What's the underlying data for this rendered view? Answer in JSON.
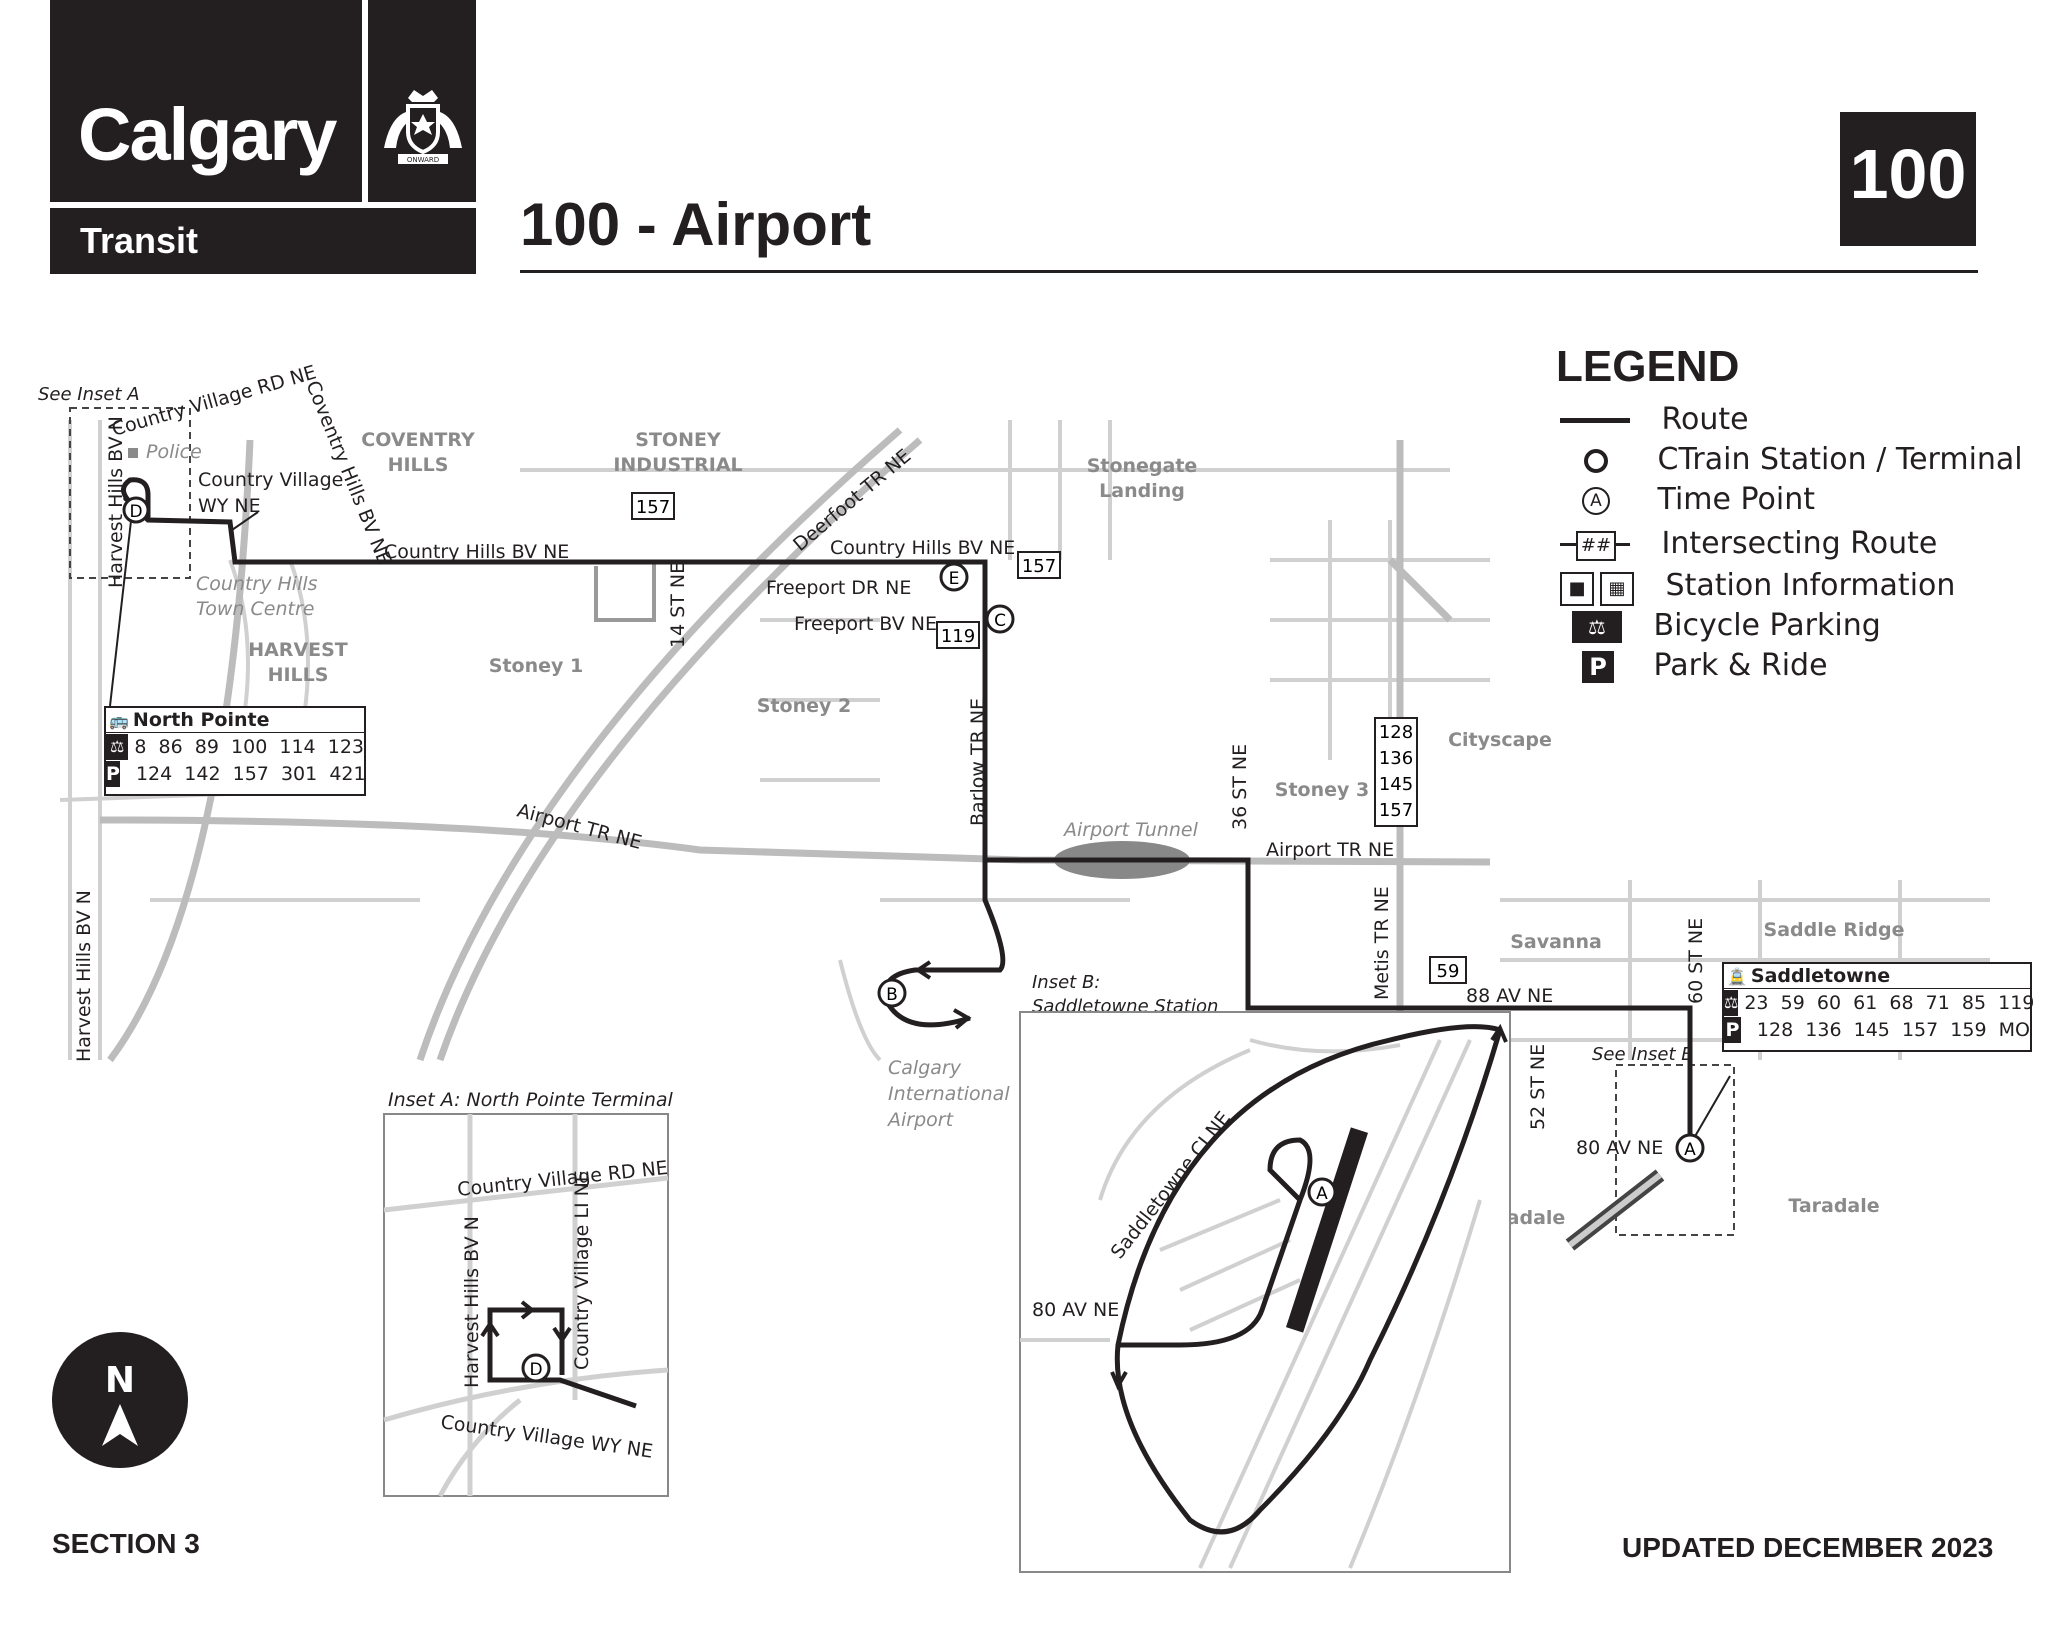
{
  "brand": {
    "name": "Calgary",
    "sub": "Transit"
  },
  "title": "100 - Airport",
  "route_number": "100",
  "legend": {
    "heading": "LEGEND",
    "items": [
      {
        "icon": "route-line",
        "label": "Route"
      },
      {
        "icon": "ctrain-station-circle",
        "label": "CTrain Station / Terminal"
      },
      {
        "icon": "time-point-a",
        "label": "Time Point"
      },
      {
        "icon": "intersecting-route-box",
        "symbol": "##",
        "label": "Intersecting Route"
      },
      {
        "icon": "station-info-icons",
        "label": "Station Information"
      },
      {
        "icon": "bicycle-icon",
        "label": "Bicycle Parking"
      },
      {
        "icon": "park-and-ride-icon",
        "symbol": "P",
        "label": "Park & Ride"
      }
    ]
  },
  "footer": {
    "section": "SECTION 3",
    "updated": "UPDATED DECEMBER 2023"
  },
  "compass": "N",
  "map": {
    "see_inset_a": "See Inset A",
    "see_inset_b": "See Inset B",
    "areas": {
      "coventry": "COVENTRY",
      "coventry2": "HILLS",
      "stoney_ind": "STONEY",
      "stoney_ind2": "INDUSTRIAL",
      "harvest": "HARVEST",
      "harvest2": "HILLS",
      "stonegate": "Stonegate",
      "stonegate2": "Landing",
      "stoney1": "Stoney 1",
      "stoney2": "Stoney 2",
      "stoney3": "Stoney 3",
      "cityscape": "Cityscape",
      "savanna": "Savanna",
      "saddle_ridge": "Saddle Ridge",
      "taradale": "Taradale",
      "taradale_cut": "adale"
    },
    "places": {
      "police": "Police",
      "country_hills_tc": "Country Hills",
      "country_hills_tc2": "Town Centre",
      "airport": "Calgary",
      "airport2": "International",
      "airport3": "Airport",
      "airport_tunnel": "Airport Tunnel",
      "inset_b_label": "Inset B:",
      "inset_b_label2": "Saddletowne Station"
    },
    "streets": {
      "country_village_rd": "Country Village RD NE",
      "coventry_hills_bv": "Coventry Hills BV NE",
      "harvest_hills_bv": "Harvest Hills BV N",
      "harvest_hills_bv_lower": "Harvest Hills BV N",
      "country_village_wy": "Country Village",
      "country_village_wy2": "WY NE",
      "country_hills_bv_w": "Country Hills BV NE",
      "country_hills_bv_e": "Country Hills BV NE",
      "deerfoot": "Deerfoot TR NE",
      "st14": "14 ST NE",
      "freeport_dr": "Freeport DR NE",
      "freeport_bv": "Freeport BV NE",
      "airport_tr_w": "Airport TR NE",
      "airport_tr_e": "Airport TR NE",
      "barlow": "Barlow TR NE",
      "st36": "36 ST NE",
      "metis": "Metis TR NE",
      "av88": "88 AV NE",
      "st60": "60 ST NE",
      "st52": "52 ST NE",
      "av80": "80 AV NE",
      "saddletowne_cl": "Saddletowne CI NE",
      "av80_inset": "80 AV NE"
    },
    "route_boxes": {
      "r157a": "157",
      "r157b": "157",
      "r119": "119",
      "r59": "59",
      "stack": [
        "128",
        "136",
        "145",
        "157"
      ]
    },
    "time_points": {
      "a": "A",
      "b": "B",
      "c": "C",
      "d": "D",
      "e": "E"
    },
    "north_pointe": {
      "name": "North Pointe",
      "bike_routes": "8  86  89  100  114  123",
      "pr_routes": "124  142  157  301  421"
    },
    "saddletowne": {
      "name": "Saddletowne",
      "bike_routes": "23  59  60  61  68  71  85  119",
      "pr_routes": "128  136  145  157  159  MO"
    },
    "inset_a": {
      "title": "Inset A: North Pointe Terminal",
      "country_village_rd": "Country Village RD NE",
      "country_village_li": "Country Village LI NE",
      "harvest_hills": "Harvest Hills BV N",
      "country_village_wy": "Country Village WY NE"
    }
  }
}
